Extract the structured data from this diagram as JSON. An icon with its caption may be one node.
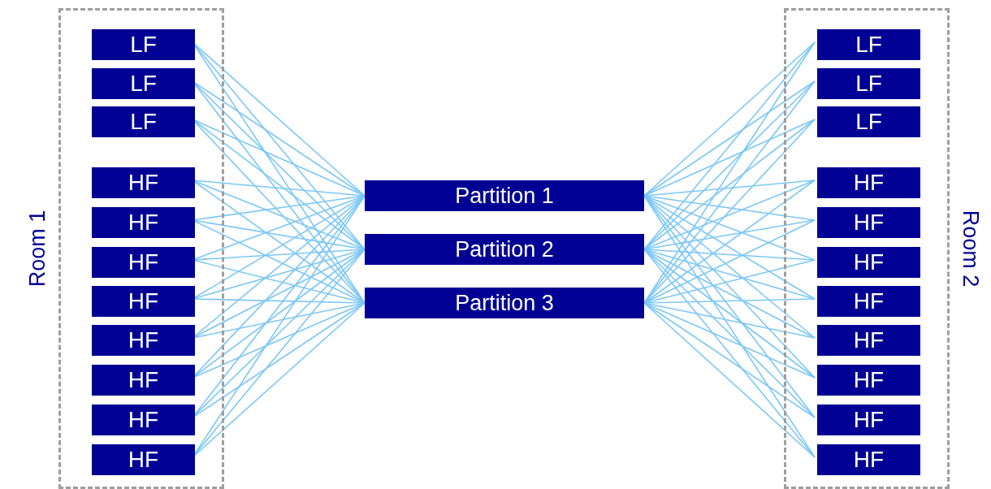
{
  "diagram": {
    "nodes": [
      {
        "text": [
          "Room 1"
        ]
      },
      {
        "text": [
          "LF"
        ],
        "in": 0
      },
      {
        "text": [
          "LF"
        ],
        "in": 0
      },
      {
        "text": [
          "LF"
        ],
        "in": 0
      },
      {
        "text": [
          "HF"
        ],
        "in": 0
      },
      {
        "text": [
          "HF"
        ],
        "in": 0
      },
      {
        "text": [
          "HF"
        ],
        "in": 0
      },
      {
        "text": [
          "HF"
        ],
        "in": 0
      },
      {
        "text": [
          "HF"
        ],
        "in": 0
      },
      {
        "text": [
          "HF"
        ],
        "in": 0
      },
      {
        "text": [
          "HF"
        ],
        "in": 0
      },
      {
        "text": [
          "HF"
        ],
        "in": 0
      },
      {
        "text": [
          "Partition 1"
        ]
      },
      {
        "text": [
          "Partition 2"
        ]
      },
      {
        "text": [
          "Partition 3"
        ]
      },
      {
        "text": [
          "Room 2"
        ]
      },
      {
        "text": [
          "LF"
        ],
        "in": 15
      },
      {
        "text": [
          "LF"
        ],
        "in": 15
      },
      {
        "text": [
          "LF"
        ],
        "in": 15
      },
      {
        "text": [
          "HF"
        ],
        "in": 15
      },
      {
        "text": [
          "HF"
        ],
        "in": 15
      },
      {
        "text": [
          "HF"
        ],
        "in": 15
      },
      {
        "text": [
          "HF"
        ],
        "in": 15
      },
      {
        "text": [
          "HF"
        ],
        "in": 15
      },
      {
        "text": [
          "HF"
        ],
        "in": 15
      },
      {
        "text": [
          "HF"
        ],
        "in": 15
      },
      {
        "text": [
          "HF"
        ],
        "in": 15
      }
    ],
    "edges": [
      {
        "from": 1,
        "to": 12,
        "arrow": "none"
      },
      {
        "from": 1,
        "to": 13,
        "arrow": "none"
      },
      {
        "from": 1,
        "to": 14,
        "arrow": "none"
      },
      {
        "from": 2,
        "to": 12,
        "arrow": "none"
      },
      {
        "from": 2,
        "to": 13,
        "arrow": "none"
      },
      {
        "from": 2,
        "to": 14,
        "arrow": "none"
      },
      {
        "from": 3,
        "to": 12,
        "arrow": "none"
      },
      {
        "from": 3,
        "to": 13,
        "arrow": "none"
      },
      {
        "from": 3,
        "to": 14,
        "arrow": "none"
      },
      {
        "from": 4,
        "to": 12,
        "arrow": "none"
      },
      {
        "from": 4,
        "to": 13,
        "arrow": "none"
      },
      {
        "from": 4,
        "to": 14,
        "arrow": "none"
      },
      {
        "from": 5,
        "to": 12,
        "arrow": "none"
      },
      {
        "from": 5,
        "to": 13,
        "arrow": "none"
      },
      {
        "from": 5,
        "to": 14,
        "arrow": "none"
      },
      {
        "from": 6,
        "to": 12,
        "arrow": "none"
      },
      {
        "from": 6,
        "to": 13,
        "arrow": "none"
      },
      {
        "from": 6,
        "to": 14,
        "arrow": "none"
      },
      {
        "from": 7,
        "to": 12,
        "arrow": "none"
      },
      {
        "from": 7,
        "to": 13,
        "arrow": "none"
      },
      {
        "from": 7,
        "to": 14,
        "arrow": "none"
      },
      {
        "from": 8,
        "to": 12,
        "arrow": "none"
      },
      {
        "from": 8,
        "to": 13,
        "arrow": "none"
      },
      {
        "from": 8,
        "to": 14,
        "arrow": "none"
      },
      {
        "from": 9,
        "to": 12,
        "arrow": "none"
      },
      {
        "from": 9,
        "to": 13,
        "arrow": "none"
      },
      {
        "from": 9,
        "to": 14,
        "arrow": "none"
      },
      {
        "from": 10,
        "to": 12,
        "arrow": "none"
      },
      {
        "from": 10,
        "to": 13,
        "arrow": "none"
      },
      {
        "from": 10,
        "to": 14,
        "arrow": "none"
      },
      {
        "from": 11,
        "to": 12,
        "arrow": "none"
      },
      {
        "from": 11,
        "to": 13,
        "arrow": "none"
      },
      {
        "from": 11,
        "to": 14,
        "arrow": "none"
      },
      {
        "from": 12,
        "to": 16,
        "arrow": "none"
      },
      {
        "from": 13,
        "to": 16,
        "arrow": "none"
      },
      {
        "from": 14,
        "to": 16,
        "arrow": "none"
      },
      {
        "from": 12,
        "to": 17,
        "arrow": "none"
      },
      {
        "from": 13,
        "to": 17,
        "arrow": "none"
      },
      {
        "from": 14,
        "to": 17,
        "arrow": "none"
      },
      {
        "from": 12,
        "to": 18,
        "arrow": "none"
      },
      {
        "from": 13,
        "to": 18,
        "arrow": "none"
      },
      {
        "from": 14,
        "to": 18,
        "arrow": "none"
      },
      {
        "from": 12,
        "to": 19,
        "arrow": "none"
      },
      {
        "from": 13,
        "to": 19,
        "arrow": "none"
      },
      {
        "from": 14,
        "to": 19,
        "arrow": "none"
      },
      {
        "from": 12,
        "to": 20,
        "arrow": "none"
      },
      {
        "from": 13,
        "to": 20,
        "arrow": "none"
      },
      {
        "from": 14,
        "to": 20,
        "arrow": "none"
      },
      {
        "from": 12,
        "to": 21,
        "arrow": "none"
      },
      {
        "from": 13,
        "to": 21,
        "arrow": "none"
      },
      {
        "from": 14,
        "to": 21,
        "arrow": "none"
      },
      {
        "from": 12,
        "to": 22,
        "arrow": "none"
      },
      {
        "from": 13,
        "to": 22,
        "arrow": "none"
      },
      {
        "from": 14,
        "to": 22,
        "arrow": "none"
      },
      {
        "from": 12,
        "to": 23,
        "arrow": "none"
      },
      {
        "from": 13,
        "to": 23,
        "arrow": "none"
      },
      {
        "from": 14,
        "to": 23,
        "arrow": "none"
      },
      {
        "from": 12,
        "to": 24,
        "arrow": "none"
      },
      {
        "from": 13,
        "to": 24,
        "arrow": "none"
      },
      {
        "from": 14,
        "to": 24,
        "arrow": "none"
      },
      {
        "from": 12,
        "to": 25,
        "arrow": "none"
      },
      {
        "from": 13,
        "to": 25,
        "arrow": "none"
      },
      {
        "from": 14,
        "to": 25,
        "arrow": "none"
      },
      {
        "from": 12,
        "to": 26,
        "arrow": "none"
      },
      {
        "from": 13,
        "to": 26,
        "arrow": "none"
      },
      {
        "from": 14,
        "to": 26,
        "arrow": "none"
      }
    ]
  }
}
